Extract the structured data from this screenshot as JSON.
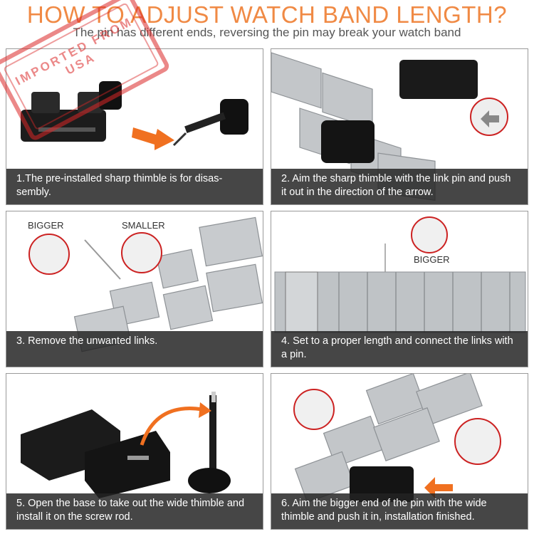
{
  "header": {
    "title": "HOW TO ADJUST WATCH BAND LENGTH?",
    "subtitle": "The pin has different ends, reversing the pin may break your watch band"
  },
  "stamp": {
    "text": "IMPORTED FROM USA"
  },
  "steps": [
    {
      "caption": "1.The pre-installed sharp thimble is for disas- sembly."
    },
    {
      "caption": "2. Aim the sharp thimble with the link pin and push it out in the direction of the arrow."
    },
    {
      "caption": "3. Remove the unwanted links.",
      "label_bigger": "BIGGER",
      "label_smaller": "SMALLER"
    },
    {
      "caption": "4. Set to a proper length and connect the links with a pin.",
      "label_bigger": "BIGGER"
    },
    {
      "caption": "5. Open the base to take out the wide thimble and install it on the screw rod."
    },
    {
      "caption": "6. Aim the bigger end of the pin with the wide thimble and push it in, installation finished."
    }
  ],
  "colors": {
    "accent": "#f08a45",
    "caption_bg": "#232323",
    "stamp": "#da2626",
    "steel": "#bfc3c6"
  }
}
